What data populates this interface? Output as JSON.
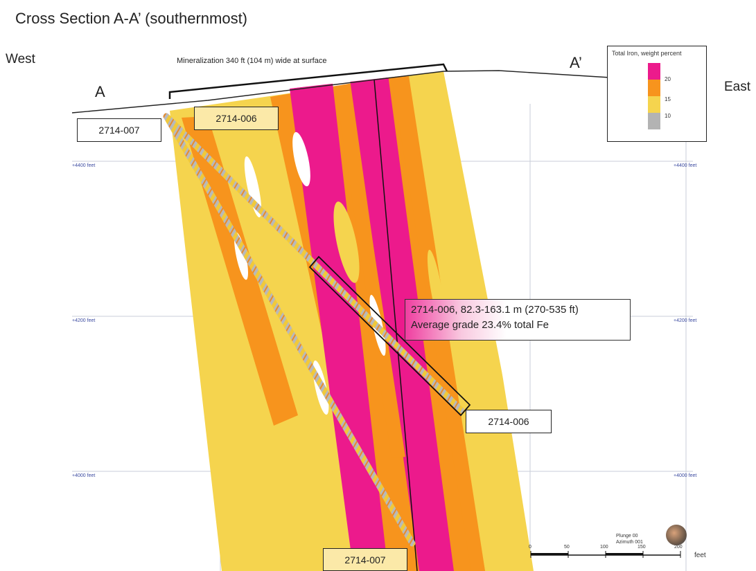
{
  "title": "Cross Section A-A’ (southernmost)",
  "labels": {
    "west": "West",
    "east": "East",
    "a": "A",
    "a_prime": "A’",
    "mineralization": "Mineralization 340 ft (104 m) wide at surface"
  },
  "holes": {
    "h007_top": "2714-007",
    "h006_top": "2714-006",
    "h006_bottom": "2714-006",
    "h007_bottom": "2714-007"
  },
  "callout": {
    "line1": "2714-006, 82.3-163.1 m (270-535 ft)",
    "line2": "Average grade 23.4% total Fe"
  },
  "legend": {
    "title": "Total Iron, weight percent",
    "items": [
      {
        "label": "20",
        "color": "#ec1a8c"
      },
      {
        "label": "15",
        "color": "#f7941d"
      },
      {
        "label": "10",
        "color": "#f5d44e"
      },
      {
        "label": "",
        "color": "#b3b3b3"
      }
    ]
  },
  "elevations": {
    "e4400": "+4400",
    "e4200": "+4200",
    "e4000": "+4000",
    "unit": "feet"
  },
  "scale": {
    "ticks": [
      "0",
      "50",
      "100",
      "150",
      "200"
    ],
    "unit": "feet"
  },
  "orientation": {
    "plunge": "Plunge 00",
    "azimuth": "Azimuth 001"
  },
  "colors": {
    "fe20": "#ec1a8c",
    "fe15": "#f7941d",
    "fe10": "#f5d44e",
    "core": "#b3b3b3"
  }
}
